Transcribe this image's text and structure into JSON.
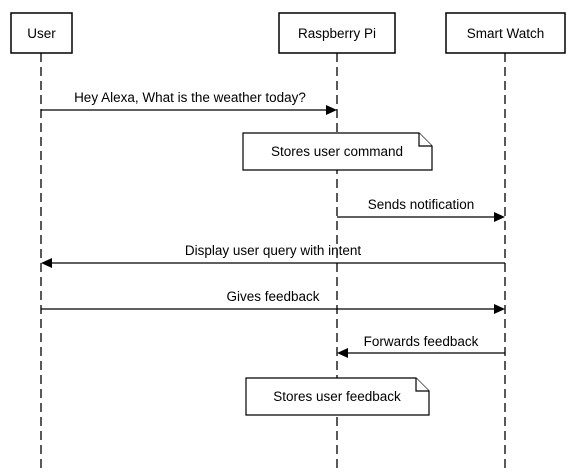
{
  "participants": [
    {
      "id": "user",
      "label": "User"
    },
    {
      "id": "pi",
      "label": "Raspberry Pi"
    },
    {
      "id": "watch",
      "label": "Smart Watch"
    }
  ],
  "messages": [
    {
      "from": "user",
      "to": "pi",
      "label": "Hey Alexa, What is the weather today?"
    },
    {
      "from": "pi",
      "to": "watch",
      "label": "Sends notification"
    },
    {
      "from": "watch",
      "to": "user",
      "label": "Display user query with intent"
    },
    {
      "from": "user",
      "to": "watch",
      "label": "Gives feedback"
    },
    {
      "from": "watch",
      "to": "pi",
      "label": "Forwards feedback"
    }
  ],
  "notes": [
    {
      "label": "Stores user command"
    },
    {
      "label": "Stores user feedback"
    }
  ]
}
